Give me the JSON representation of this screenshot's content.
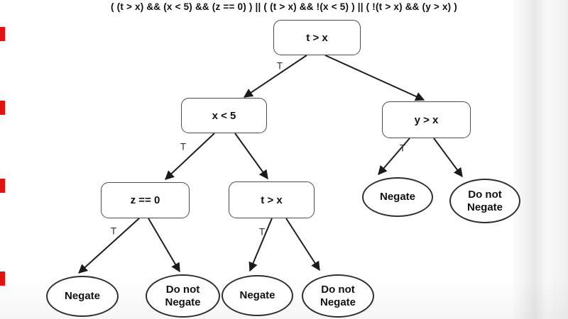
{
  "title": "( (t > x) && (x < 5) && (z == 0) ) || ( (t > x) && !(x < 5) ) || ( !(t > x) && (y > x) )",
  "tree": {
    "nodes": {
      "root": "t > x",
      "x_lt_5": "x < 5",
      "y_gt_x": "y > x",
      "z_eq_0": "z == 0",
      "t_gt_x_repeat": "t > x"
    },
    "leaves": {
      "negate": "Negate",
      "do_not_negate": "Do not Negate"
    },
    "edge_label_true": "T"
  },
  "colors": {
    "edge_line": "#1f1f1f",
    "rect_border": "#4a4a4a",
    "ellipse_border": "#2f2f2f",
    "text": "#111111",
    "edge_label_text": "#333333",
    "left_marker_red": "#e01212",
    "background": "#ffffff"
  }
}
